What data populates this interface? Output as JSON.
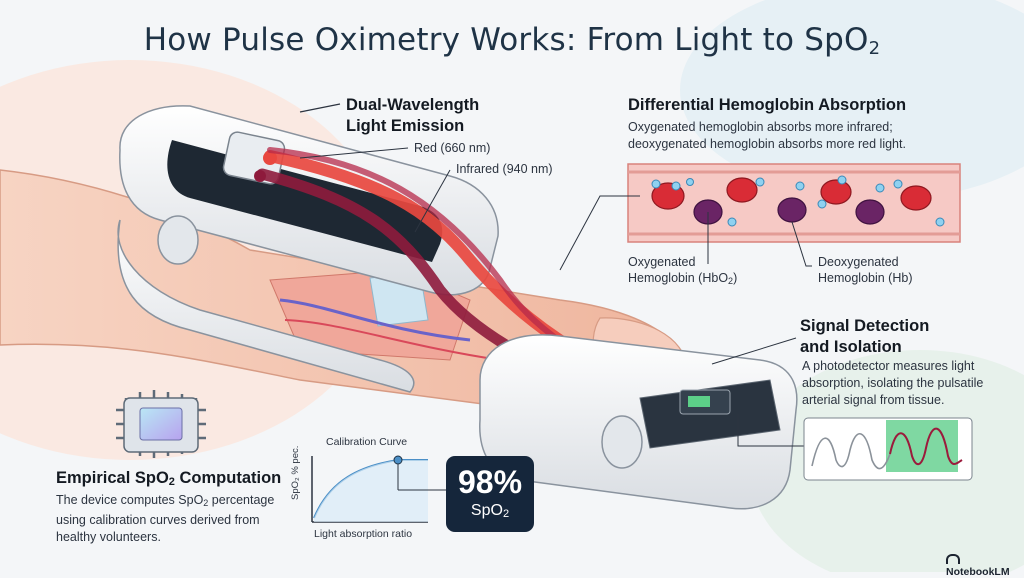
{
  "title": {
    "text": "How Pulse Oximetry Works: From Light to SpO",
    "sub": "2"
  },
  "emission": {
    "heading_line1": "Dual-Wavelength",
    "heading_line2": "Light Emission",
    "red_label": "Red (660 nm)",
    "infrared_label": "Infrared (940 nm)"
  },
  "absorption": {
    "heading": "Differential Hemoglobin Absorption",
    "body_line1": "Oxygenated hemoglobin absorbs more infrared;",
    "body_line2": "deoxygenated hemoglobin absorbs more red light.",
    "oxy_line1": "Oxygenated",
    "oxy_line2": "Hemoglobin (HbO",
    "oxy_sub": "2",
    "oxy_close": ")",
    "deoxy_line1": "Deoxygenated",
    "deoxy_line2": "Hemoglobin (Hb)"
  },
  "detection": {
    "heading_line1": "Signal Detection",
    "heading_line2": "and Isolation",
    "body_line1": "A photodetector measures light",
    "body_line2": "absorption, isolating the pulsatile",
    "body_line3": "arterial signal from tissue."
  },
  "computation": {
    "heading_pre": "Empirical SpO",
    "heading_sub": "2",
    "heading_post": " Computation",
    "body_line1_pre": "The device computes SpO",
    "body_line1_sub": "2",
    "body_line1_post": " percentage",
    "body_line2": "using calibration curves derived from",
    "body_line3": "healthy volunteers."
  },
  "calibration": {
    "title": "Calibration Curve",
    "ylabel": "SpO₂ % pec.",
    "xlabel": "Light absorption ratio"
  },
  "readout": {
    "value": "98%",
    "unit_pre": "SpO",
    "unit_sub": "2"
  },
  "brand": "NotebookLM",
  "colors": {
    "red_beam": "#e8483f",
    "ir_beam": "#8e1b3c",
    "vessel": "#f3b2ae",
    "detector_glow": "#5ccf88",
    "readout_bg": "#15263b"
  }
}
